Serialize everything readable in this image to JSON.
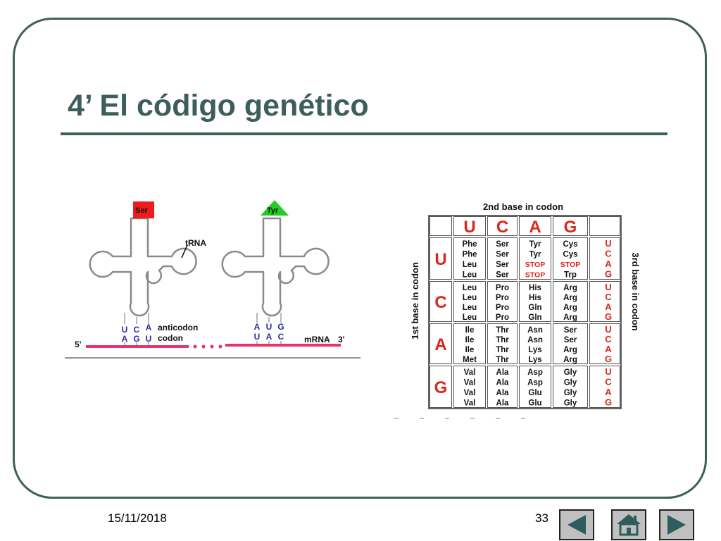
{
  "slide": {
    "title": "4’ El código genético",
    "date": "15/11/2018",
    "page_number": "33"
  },
  "trna_figure": {
    "trna_label": "tRNA",
    "left_trna": {
      "amino_acid": "Ser",
      "amino_color": "#ee1c1c",
      "anticodon": [
        "U",
        "C",
        "A"
      ],
      "codon": [
        "A",
        "G",
        "U"
      ]
    },
    "right_trna": {
      "amino_acid": "Tyr",
      "amino_color": "#22cc22",
      "anticodon": [
        "A",
        "U",
        "G"
      ],
      "codon": [
        "U",
        "A",
        "C"
      ]
    },
    "anticodon_label": "anticodon",
    "codon_label": "codon",
    "mrna_label": "mRNA",
    "five_prime": "5'",
    "three_prime": "3'",
    "mrna_color": "#e8336f",
    "base_color": "#2a2aa8"
  },
  "codon_table": {
    "top_label": "2nd base in codon",
    "left_label": "1st base in codon",
    "right_label": "3rd base in codon",
    "header_bases": [
      "U",
      "C",
      "A",
      "G"
    ],
    "row_bases": [
      "U",
      "C",
      "A",
      "G"
    ],
    "third_bases": [
      "U",
      "C",
      "A",
      "G"
    ],
    "base_color": "#d8281a",
    "stop_color": "#e82020",
    "cells": [
      [
        [
          "Phe",
          "Phe",
          "Leu",
          "Leu"
        ],
        [
          "Ser",
          "Ser",
          "Ser",
          "Ser"
        ],
        [
          "Tyr",
          "Tyr",
          "STOP",
          "STOP"
        ],
        [
          "Cys",
          "Cys",
          "STOP",
          "Trp"
        ]
      ],
      [
        [
          "Leu",
          "Leu",
          "Leu",
          "Leu"
        ],
        [
          "Pro",
          "Pro",
          "Pro",
          "Pro"
        ],
        [
          "His",
          "His",
          "Gln",
          "Gln"
        ],
        [
          "Arg",
          "Arg",
          "Arg",
          "Arg"
        ]
      ],
      [
        [
          "Ile",
          "Ile",
          "Ile",
          "Met"
        ],
        [
          "Thr",
          "Thr",
          "Thr",
          "Thr"
        ],
        [
          "Asn",
          "Asn",
          "Lys",
          "Lys"
        ],
        [
          "Ser",
          "Ser",
          "Arg",
          "Arg"
        ]
      ],
      [
        [
          "Val",
          "Val",
          "Val",
          "Val"
        ],
        [
          "Ala",
          "Ala",
          "Ala",
          "Ala"
        ],
        [
          "Asp",
          "Asp",
          "Glu",
          "Glu"
        ],
        [
          "Gly",
          "Gly",
          "Gly",
          "Gly"
        ]
      ]
    ]
  },
  "nav": {
    "prev_icon": "prev-arrow-icon",
    "home_icon": "home-icon",
    "next_icon": "next-arrow-icon",
    "button_bg": "#c0c0c0",
    "icon_color": "#2f5c5c"
  }
}
